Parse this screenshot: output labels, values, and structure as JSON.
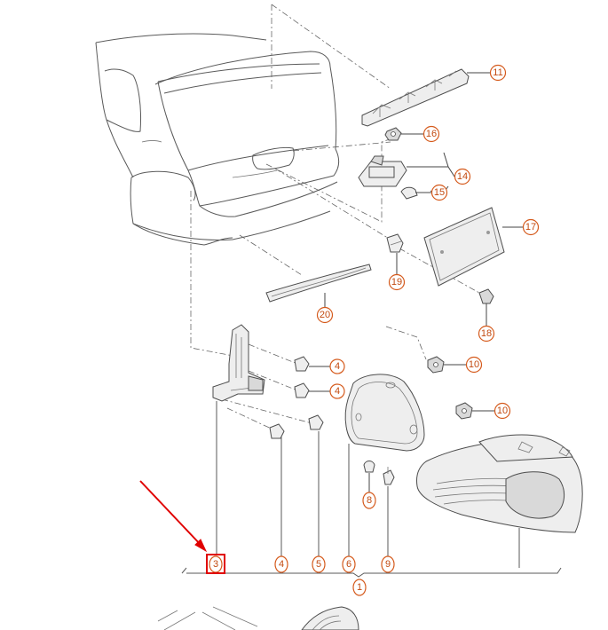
{
  "diagram": {
    "callouts": [
      {
        "id": "c11",
        "label": "11"
      },
      {
        "id": "c16",
        "label": "16"
      },
      {
        "id": "c14",
        "label": "14"
      },
      {
        "id": "c15",
        "label": "15"
      },
      {
        "id": "c17",
        "label": "17"
      },
      {
        "id": "c19",
        "label": "19"
      },
      {
        "id": "c18",
        "label": "18"
      },
      {
        "id": "c20",
        "label": "20"
      },
      {
        "id": "c4a",
        "label": "4"
      },
      {
        "id": "c4b",
        "label": "4"
      },
      {
        "id": "c10a",
        "label": "10"
      },
      {
        "id": "c10b",
        "label": "10"
      },
      {
        "id": "c8",
        "label": "8"
      },
      {
        "id": "c9",
        "label": "9"
      },
      {
        "id": "c3",
        "label": "3"
      },
      {
        "id": "c4c",
        "label": "4"
      },
      {
        "id": "c5",
        "label": "5"
      },
      {
        "id": "c6",
        "label": "6"
      },
      {
        "id": "c1",
        "label": "1"
      }
    ],
    "highlighted_callout": "3",
    "colors": {
      "callout": "#d55a1c",
      "highlight": "#e00000",
      "line": "#5a5a5a"
    }
  }
}
